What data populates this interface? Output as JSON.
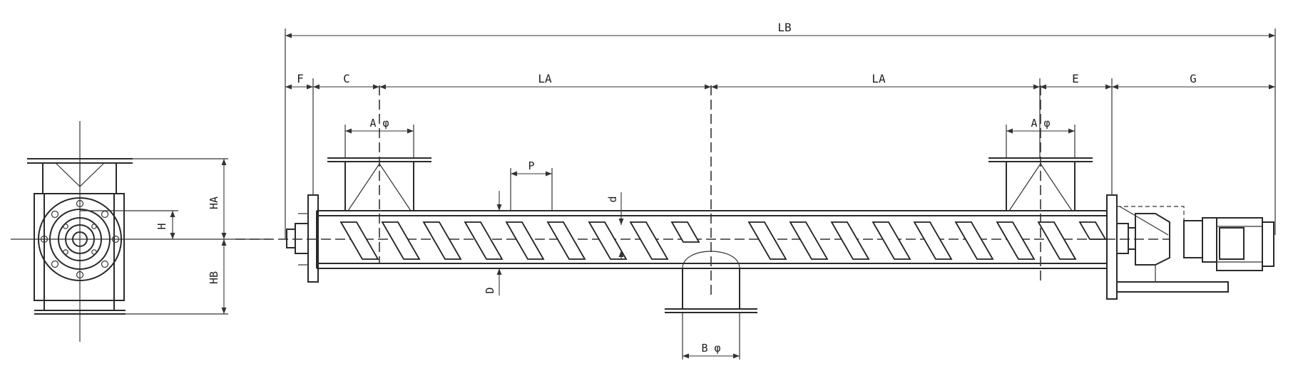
{
  "labels": {
    "LB": "LB",
    "F": "F",
    "C": "C",
    "LA_left": "LA",
    "LA_right": "LA",
    "E": "E",
    "G": "G",
    "A_left": "A φ",
    "A_right": "A φ",
    "P": "P",
    "d": "d",
    "D": "D",
    "B": "B φ",
    "HA": "HA",
    "HB": "HB",
    "H": "H"
  },
  "colors": {
    "line": "#2a2a2a",
    "background": "#ffffff"
  }
}
